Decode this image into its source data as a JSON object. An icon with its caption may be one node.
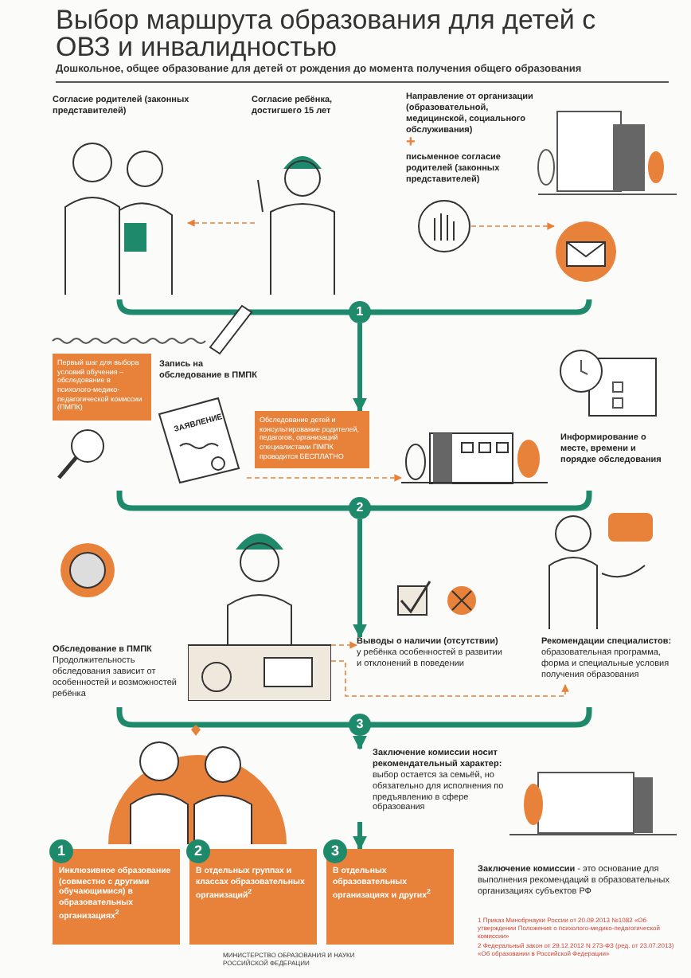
{
  "diagram": {
    "title": "Выбор маршрута образования для детей с ОВЗ и инвалидностью",
    "nodes": [
      {
        "text": [
          "Согласие родителей (законных представителей)"
        ]
      },
      {
        "text": [
          "Согласие ребёнка, достигшего 15 лет"
        ]
      },
      {
        "text": [
          "Направление от организации (образовательной, медицинской, социального обслуживания)",
          "письменное согласие родителей (законных представителей)"
        ]
      },
      {
        "text": [],
        "shape": "picture"
      },
      {
        "text": [],
        "shape": "picture"
      },
      {
        "text": [],
        "shape": "picture"
      },
      {
        "text": [],
        "shape": "picture"
      },
      {
        "text": [
          "1"
        ]
      },
      {
        "text": [
          "Первый шаг для выбора условий обучения – обследование в психолого-медико-педагогической комиссии (ПМПК)"
        ]
      },
      {
        "text": [
          "Запись на обследование в ПМПК"
        ]
      },
      {
        "text": [
          "ЗАЯВЛЕНИЕ"
        ]
      },
      {
        "text": [
          "Обследование детей и консультирование родителей, педагогов, организаций специалистами ПМПК проводится БЕСПЛАТНО"
        ]
      },
      {
        "text": [],
        "shape": "picture"
      },
      {
        "text": [
          "Информирование о месте, времени и порядке обследования"
        ]
      },
      {
        "text": [
          "2"
        ]
      },
      {
        "text": [
          "Обследование в ПМПК",
          "Продолжительность обследования зависит от особенностей и возможностей ребёнка"
        ]
      },
      {
        "text": [],
        "shape": "picture"
      },
      {
        "text": [
          "Выводы о наличии (отсутствии)",
          "у ребёнка особенностей в развитии и отклонений в поведении"
        ]
      },
      {
        "text": [
          "Рекомендации специалистов:",
          "образовательная программа, форма и специальные условия получения образования"
        ]
      },
      {
        "text": [
          "3"
        ]
      },
      {
        "text": [
          "Заключение комиссии носит рекомендательный характер:",
          "выбор остается за семьёй, но обязательно для исполнения по предъявлению в сфере образования"
        ]
      },
      {
        "text": [
          "1",
          "Инклюзивное образование (совместно с другими обучающимися) в образовательных организациях$^{2}$"
        ]
      },
      {
        "text": [
          "2",
          "В отдельных группах и классах образовательных организаций$^{2}$"
        ]
      },
      {
        "text": [
          "3",
          "В отдельных образовательных организациях и других$^{2}$"
        ]
      }
    ],
    "edges": [
      {
        "from": 4,
        "to": 3,
        "arrow": "to",
        "style": "dashed",
        "color": "#e8823a"
      },
      {
        "from": 5,
        "to": 6,
        "arrow": "to",
        "style": "dashed",
        "color": "#e8823a"
      },
      {
        "from": 7,
        "to": 11,
        "arrow": "to",
        "style": "thick",
        "color": "#1f8a6b"
      },
      {
        "from": 10,
        "to": 12,
        "arrow": "to",
        "style": "dashed",
        "color": "#e8823a"
      },
      {
        "from": 14,
        "to": 17,
        "arrow": "to",
        "style": "thick",
        "color": "#1f8a6b"
      },
      {
        "from": 16,
        "to": 17,
        "arrow": "to",
        "style": "dashed",
        "color": "#e8823a"
      },
      {
        "from": 16,
        "to": 18,
        "arrow": "to",
        "style": "dashed",
        "color": "#e8823a"
      },
      {
        "from": 19,
        "to": 20,
        "arrow": "to",
        "style": "thick",
        "color": "#1f8a6b"
      },
      {
        "from": 20,
        "to": 23,
        "arrow": "to",
        "style": "thick",
        "color": "#1f8a6b"
      }
    ],
    "labels": [
      "Дошкольное, общее образование для детей от рождения до момента получения общего образования",
      "+",
      "**Заключение комиссии** - это основание для выполнения рекомендаций в образовательных организациях субъектов РФ",
      "1 Приказ Минобрнауки России от 20.09.2013 №1082 «Об утверждении Положения о психолого-медико-педагогической комиссии»",
      "2 Федеральный закон от 29.12.2012 N 273-ФЗ (ред. от 23.07.2013) «Об образовании в Российской Федерации»",
      "МИНИСТЕРСТВО ОБРАЗОВАНИЯ И НАУКИ РОССИЙСКОЙ ФЕДЕРАЦИИ"
    ]
  }
}
